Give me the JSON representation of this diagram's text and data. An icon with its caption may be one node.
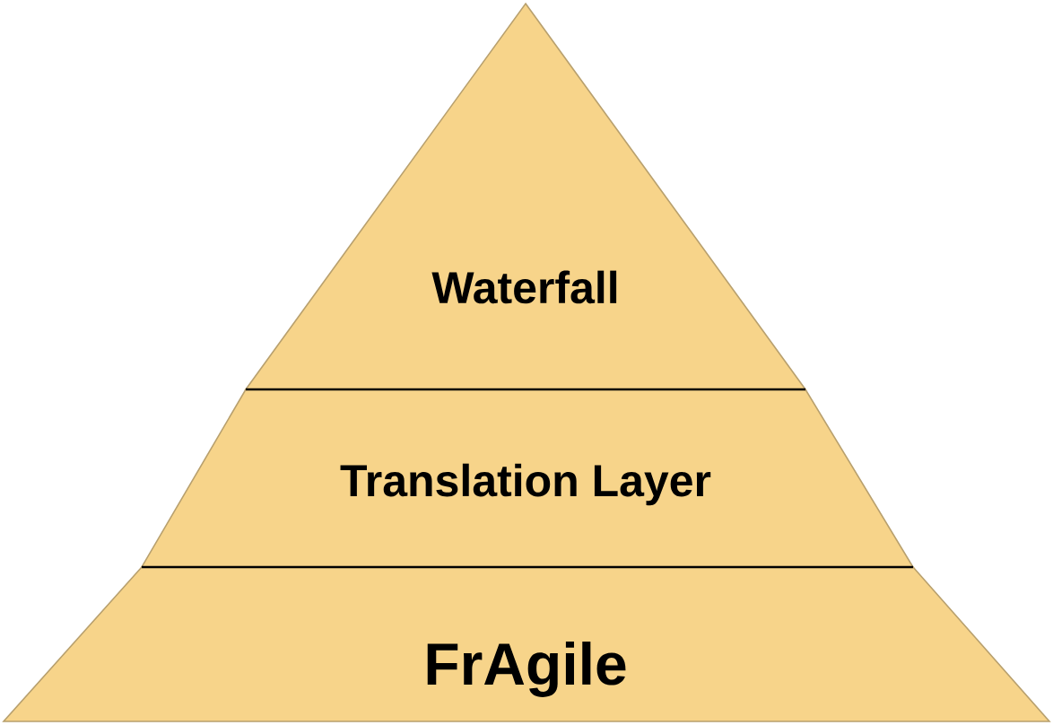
{
  "diagram": {
    "nodes": [
      {
        "text": [
          "Waterfall"
        ]
      },
      {
        "text": [
          "Translation Layer"
        ]
      },
      {
        "text": [
          "FrAgile"
        ]
      }
    ]
  }
}
